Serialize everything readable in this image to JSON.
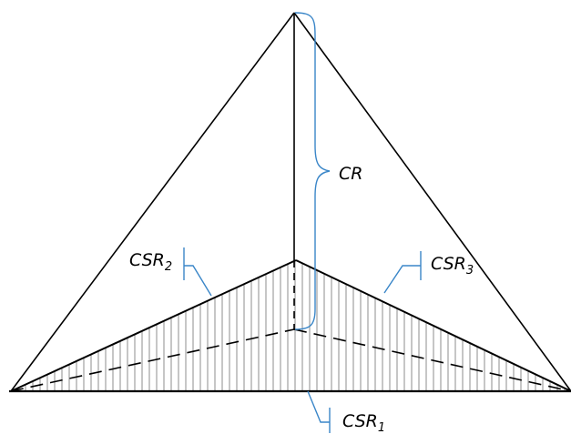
{
  "labels": {
    "cr": "CR",
    "csr1": {
      "base": "CSR",
      "sub": "1"
    },
    "csr2": {
      "base": "CSR",
      "sub": "2"
    },
    "csr3": {
      "base": "CSR",
      "sub": "3"
    }
  },
  "colors": {
    "outline": "#000000",
    "callout": "#3a86c8",
    "hatch": "#8c8c8c",
    "background": "#ffffff"
  }
}
